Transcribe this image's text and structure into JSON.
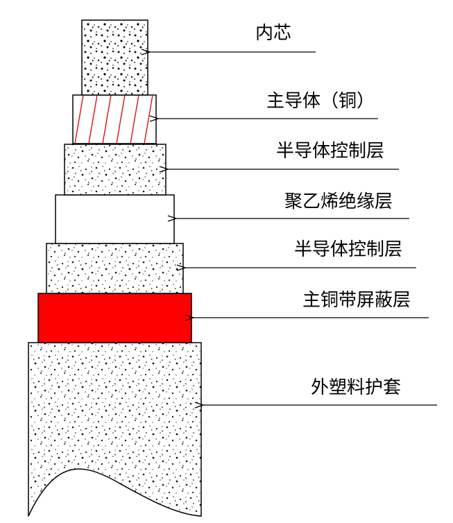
{
  "colors": {
    "outline": "#000000",
    "conductor_stripe": "#e01010",
    "shield_fill": "#ff0000",
    "speckle": "#1a1a1a",
    "background": "#ffffff"
  },
  "layers": [
    {
      "key": "inner_core",
      "label": "内芯",
      "texture": "speckle"
    },
    {
      "key": "main_conductor",
      "label": "主导体（铜）",
      "texture": "red-diagonal-stripes"
    },
    {
      "key": "semiconductor_layer_inner",
      "label": "半导体控制层",
      "texture": "speckle"
    },
    {
      "key": "polyethylene_insulation",
      "label": "聚乙烯绝缘层",
      "texture": "plain"
    },
    {
      "key": "semiconductor_layer_outer",
      "label": "半导体控制层",
      "texture": "speckle"
    },
    {
      "key": "copper_tape_shield",
      "label": "主铜带屏蔽层",
      "texture": "solid-red"
    },
    {
      "key": "outer_plastic_sheath",
      "label": "外塑料护套",
      "texture": "speckle"
    }
  ]
}
